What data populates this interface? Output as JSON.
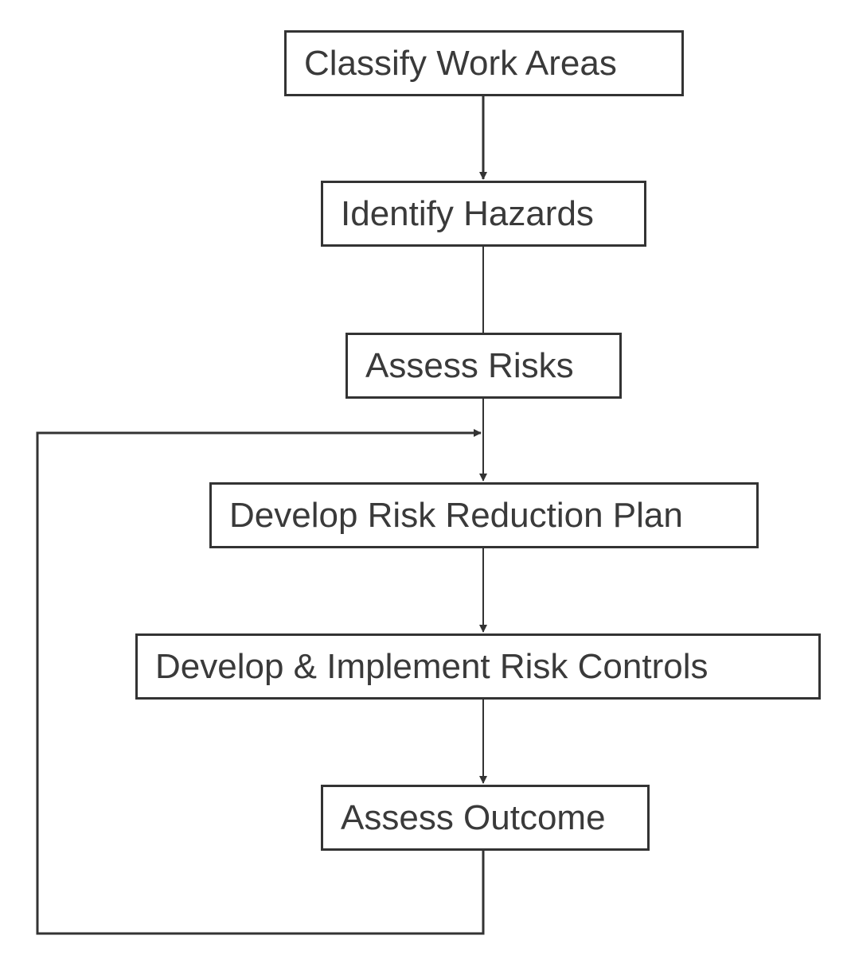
{
  "diagram": {
    "type": "flowchart",
    "steps": [
      "Classify Work Areas",
      "Identify Hazards",
      "Assess Risks",
      "Develop Risk Reduction Plan",
      "Develop & Implement Risk Controls",
      "Assess Outcome"
    ],
    "edges": [
      [
        "Classify Work Areas",
        "Identify Hazards"
      ],
      [
        "Identify Hazards",
        "Assess Risks"
      ],
      [
        "Assess Risks",
        "Develop Risk Reduction Plan"
      ],
      [
        "Develop Risk Reduction Plan",
        "Develop & Implement Risk Controls"
      ],
      [
        "Develop & Implement Risk Controls",
        "Assess Outcome"
      ],
      [
        "Assess Outcome",
        "Develop Risk Reduction Plan"
      ]
    ],
    "colors": {
      "line": "#333333",
      "text": "#3a3a3a",
      "background": "#ffffff"
    }
  }
}
